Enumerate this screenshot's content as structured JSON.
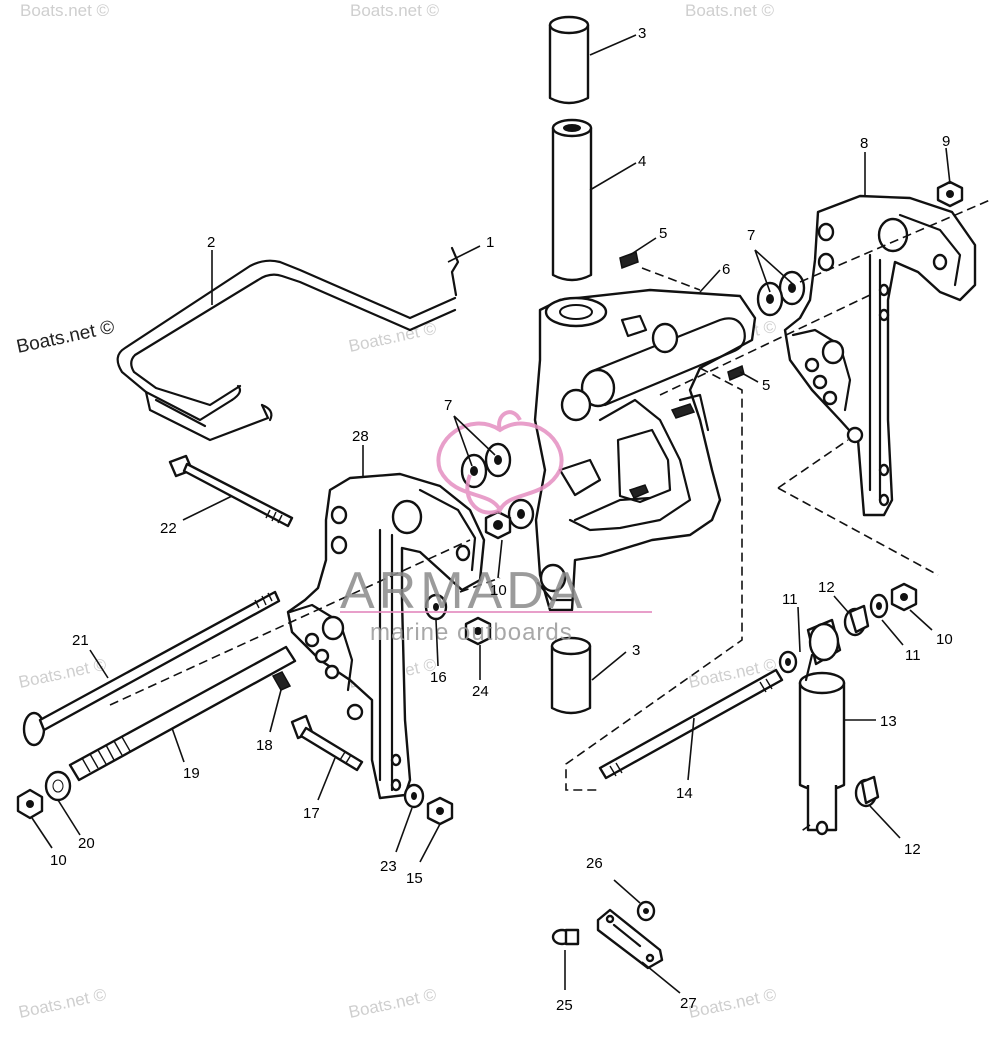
{
  "credit": "Boats.net ©",
  "watermark": "Boats.net ©",
  "logo": {
    "word": "ARMADA",
    "subtitle": "marine outboards",
    "color": "#e58fc1"
  },
  "callouts": {
    "c1": "1",
    "c2": "2",
    "c3a": "3",
    "c3b": "3",
    "c4": "4",
    "c5a": "5",
    "c5b": "5",
    "c6": "6",
    "c7a": "7",
    "c7b": "7",
    "c8": "8",
    "c9": "9",
    "c10a": "10",
    "c10b": "10",
    "c10c": "10",
    "c11a": "11",
    "c11b": "11",
    "c12a": "12",
    "c12b": "12",
    "c13": "13",
    "c14": "14",
    "c15": "15",
    "c16": "16",
    "c17": "17",
    "c18": "18",
    "c19": "19",
    "c20": "20",
    "c21": "21",
    "c22": "22",
    "c23": "23",
    "c24": "24",
    "c25": "25",
    "c26": "26",
    "c27": "27",
    "c28": "28"
  }
}
